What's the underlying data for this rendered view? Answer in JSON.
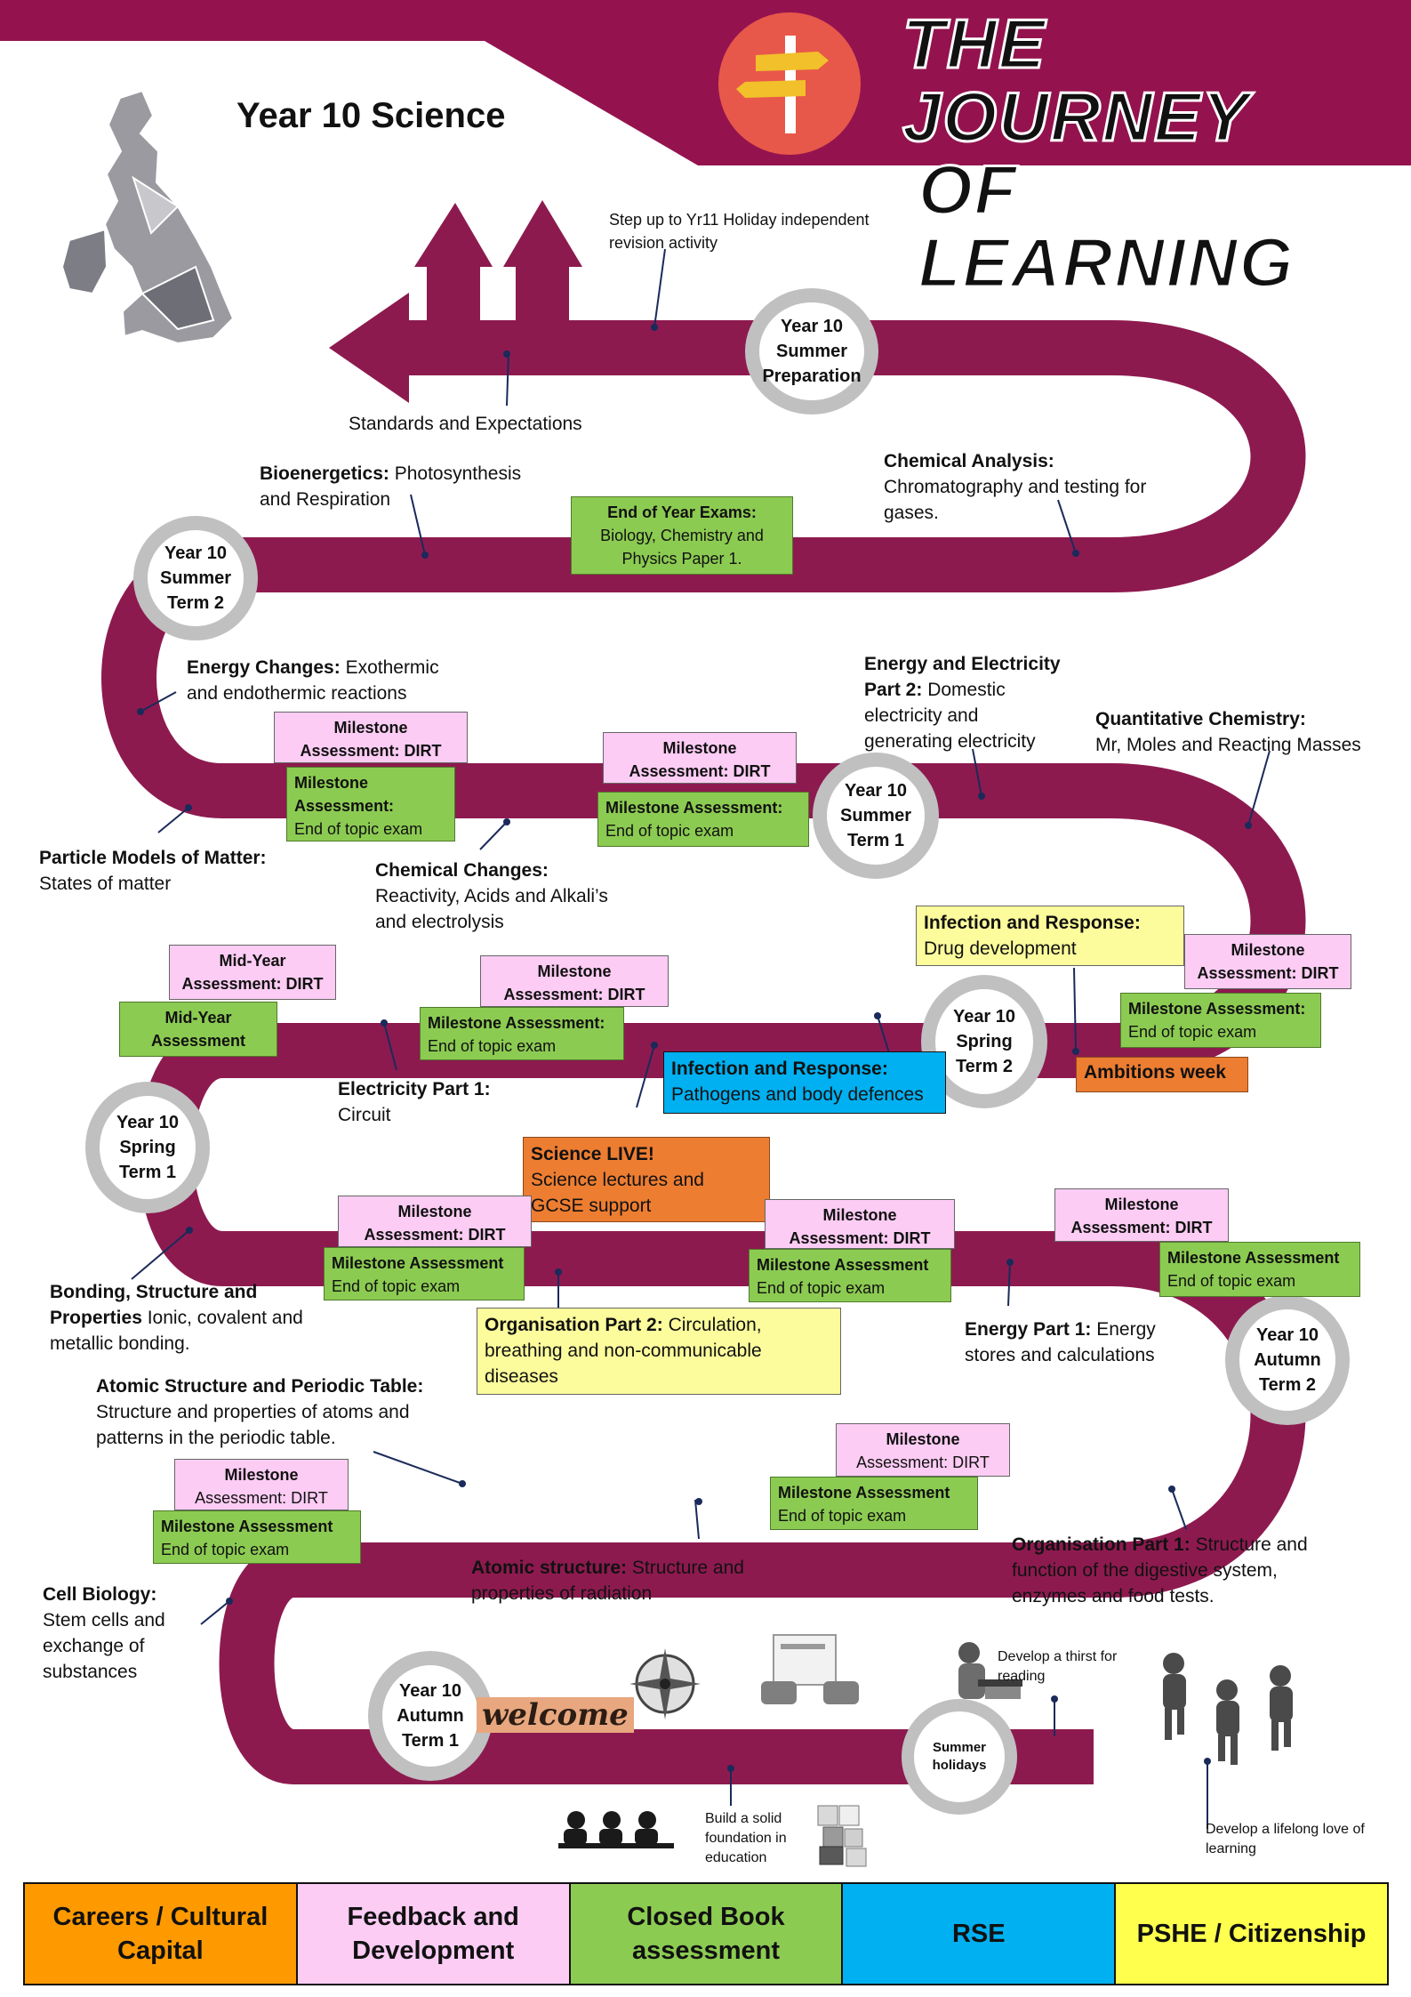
{
  "header": {
    "title_line1": "THE JOURNEY",
    "title_line2": "OF LEARNING",
    "page_title": "Year 10 Science"
  },
  "colors": {
    "road": "#8d1a4f",
    "banner": "#94134f",
    "ring": "#c0c0c0",
    "pink": "#fcccf4",
    "green": "#8ccb52",
    "yellow": "#fcfc9c",
    "blue": "#00b0f0",
    "orange": "#ed7d31"
  },
  "icons": [
    "signpost-icon",
    "uk-map-icon",
    "arrows-up-icon",
    "compass-icon",
    "handshake-icon",
    "students-icon",
    "blocks-icon",
    "reading-person-icon",
    "walking-people-icon"
  ],
  "milestones": {
    "summer_prep": "Year 10 Summer Preparation",
    "summer2": "Year 10 Summer Term 2",
    "summer1": "Year 10 Summer Term 1",
    "spring2": "Year 10 Spring Term 2",
    "spring1": "Year 10 Spring Term 1",
    "autumn2": "Year 10 Autumn Term 2",
    "autumn1": "Year 10 Autumn Term 1",
    "holidays": "Summer holidays"
  },
  "topics": {
    "step_up": "Step up to Yr11 Holiday independent  revision activity",
    "standards": "Standards and Expectations",
    "bioenergetics_h": "Bioenergetics:",
    "bioenergetics_t": "Photosynthesis and Respiration",
    "chem_analysis_h": "Chemical Analysis:",
    "chem_analysis_t": "Chromatography and testing for gases.",
    "energy_changes_h": "Energy Changes:",
    "energy_changes_t": "Exothermic and endothermic reactions",
    "energy_elec2_h": "Energy and Electricity Part 2:",
    "energy_elec2_t": "Domestic electricity and generating electricity",
    "quant_chem_h": "Quantitative Chemistry:",
    "quant_chem_t": "Mr, Moles and Reacting Masses",
    "particle_h": "Particle Models of Matter:",
    "particle_t": "States of matter",
    "chem_changes_h": "Chemical Changes:",
    "chem_changes_t": "Reactivity, Acids and Alkali’s and electrolysis",
    "electricity1_h": "Electricity Part 1:",
    "electricity1_t": "Circuit",
    "bonding_h": "Bonding, Structure and Properties",
    "bonding_t": "Ionic, covalent and metallic bonding.",
    "energy1_h": "Energy Part 1:",
    "energy1_t": "Energy stores and calculations",
    "atomic_pt_h": "Atomic Structure and Periodic Table:",
    "atomic_pt_t": "Structure and properties of atoms and patterns in the periodic table.",
    "organisation1_h": "Organisation Part 1:",
    "organisation1_t": "Structure and function of the digestive system, enzymes and food tests.",
    "atomic_rad_h": "Atomic structure:",
    "atomic_rad_t": "Structure and properties of radiation",
    "cell_bio_h": "Cell Biology:",
    "cell_bio_t": "Stem cells and exchange of substances",
    "thirst": "Develop a thirst for reading",
    "foundation": "Build a solid foundation in education",
    "lifelong": "Develop a lifelong love of learning",
    "welcome": "welcome"
  },
  "boxes": {
    "eoy_h": "End of Year Exams:",
    "eoy_t": "Biology, Chemistry and Physics Paper 1.",
    "ms_h": "Milestone",
    "dirt": "Assessment: DIRT",
    "ms_assess": "Milestone Assessment:",
    "ms_assess_nocolon": "Milestone Assessment",
    "end_topic": "End of topic exam",
    "mid_h": "Mid-Year",
    "mid_assess": "Mid-Year Assessment",
    "infection_h": "Infection and Response:",
    "infection_drug": "Drug development",
    "infection_path": "Pathogens and body defences",
    "ambitions": "Ambitions week",
    "sci_live_h": "Science LIVE!",
    "sci_live_t": "Science lectures and GCSE support",
    "org2_h": "Organisation Part 2:",
    "org2_t": "Circulation, breathing and non-communicable diseases"
  },
  "legend": [
    "Careers / Cultural Capital",
    "Feedback and Development",
    "Closed Book assessment",
    "RSE",
    "PSHE / Citizenship"
  ]
}
